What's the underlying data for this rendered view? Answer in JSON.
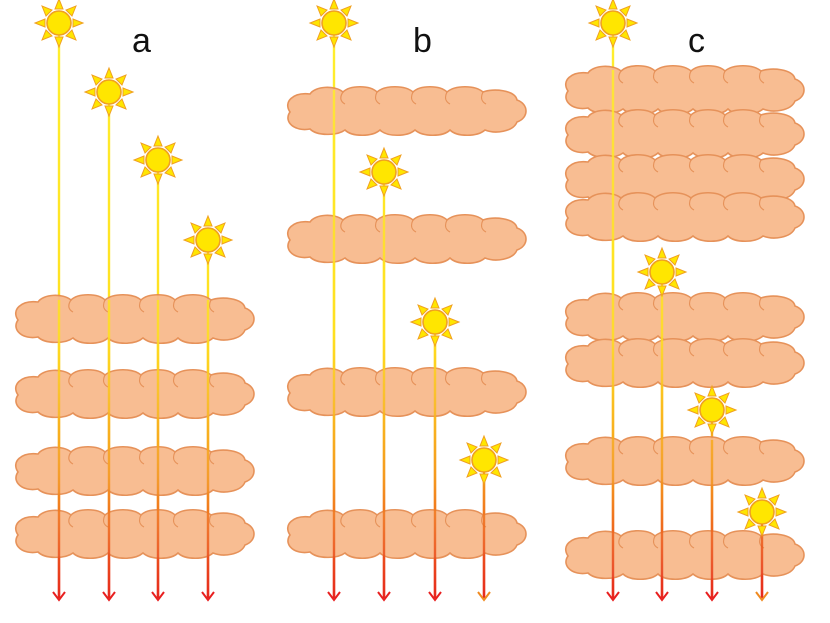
{
  "panels": [
    {
      "id": "a",
      "label": "a"
    },
    {
      "id": "b",
      "label": "b"
    },
    {
      "id": "c",
      "label": "c"
    }
  ],
  "colors": {
    "cloud_fill": "#F8B98A",
    "cloud_stroke": "#E58A4E",
    "sun_fill": "#FFE600",
    "sun_stroke": "#F0A020",
    "sun_ray": "#FFE600",
    "beam_top": "#FFF030",
    "beam_mid": "#F7B020",
    "beam_bottom": "#E82020"
  }
}
